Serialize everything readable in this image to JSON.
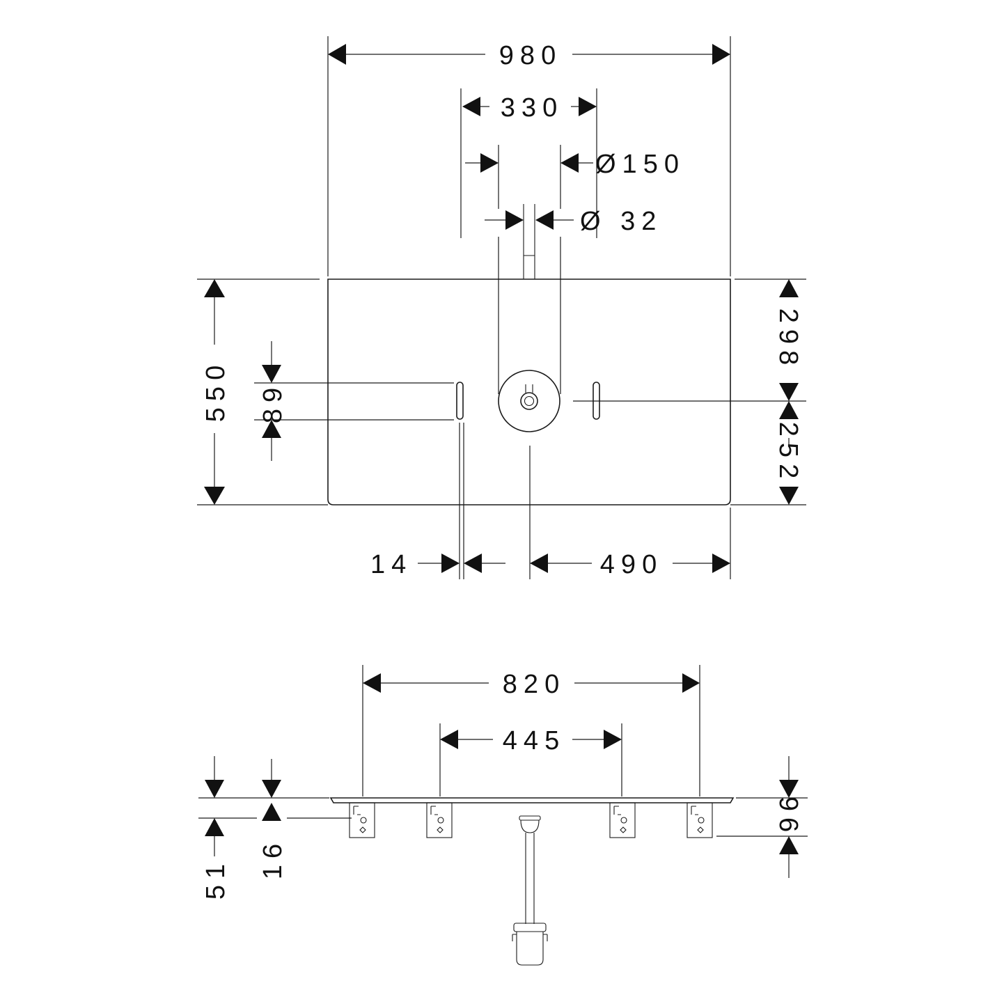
{
  "top_view": {
    "dims": {
      "width": "980",
      "rail_spacing": "330",
      "round_diameter": "Ø150",
      "spout_diameter": "Ø 32",
      "depth": "550",
      "slot_length": "89",
      "back_to_center": "298",
      "center_to_front": "252",
      "slot_offset": "14",
      "center_to_side": "490"
    }
  },
  "side_view": {
    "dims": {
      "bracket_outer": "820",
      "bracket_inner": "445",
      "height_left": "51",
      "thickness": "16",
      "height_right": "96"
    }
  }
}
